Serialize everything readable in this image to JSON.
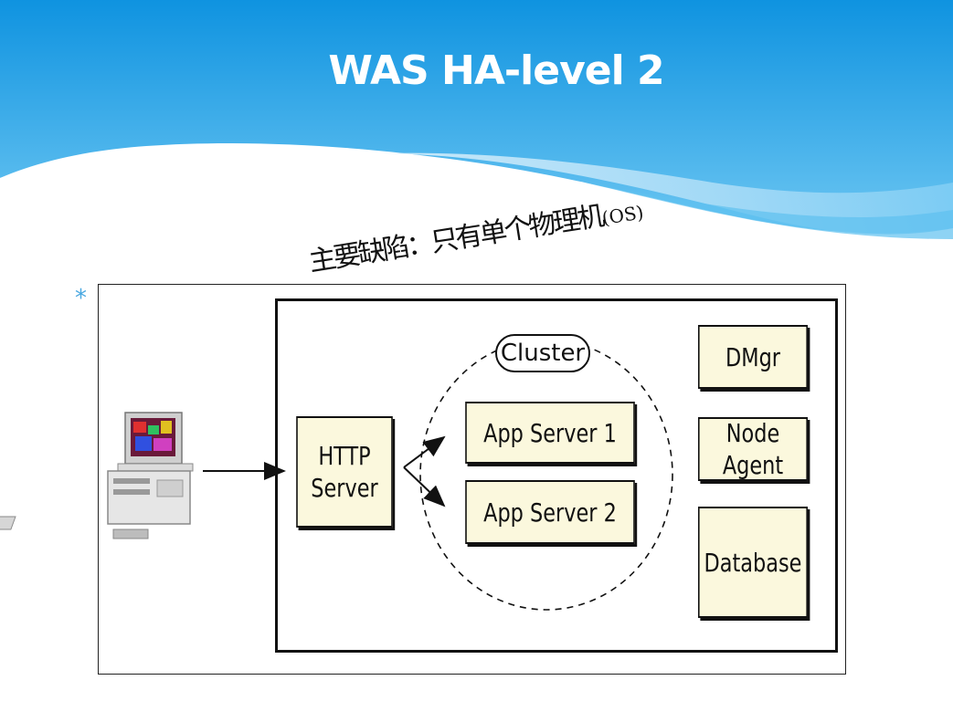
{
  "slide": {
    "title": "WAS HA-level 2",
    "bullet": "*",
    "annotation": "主要缺陷：只有单个物理机",
    "annotation_suffix": "(OS)"
  },
  "diagram": {
    "http_server": [
      "HTTP",
      "Server"
    ],
    "cluster_label": "Cluster",
    "app_server_1": "App Server 1",
    "app_server_2": "App Server 2",
    "dmgr": "DMgr",
    "node_agent": "Node Agent",
    "database": "Database"
  },
  "colors": {
    "header_top": "#0f93e0",
    "header_bottom": "#6cc6f2",
    "box_fill": "#fbf8dd",
    "bullet": "#4aa8e0"
  }
}
